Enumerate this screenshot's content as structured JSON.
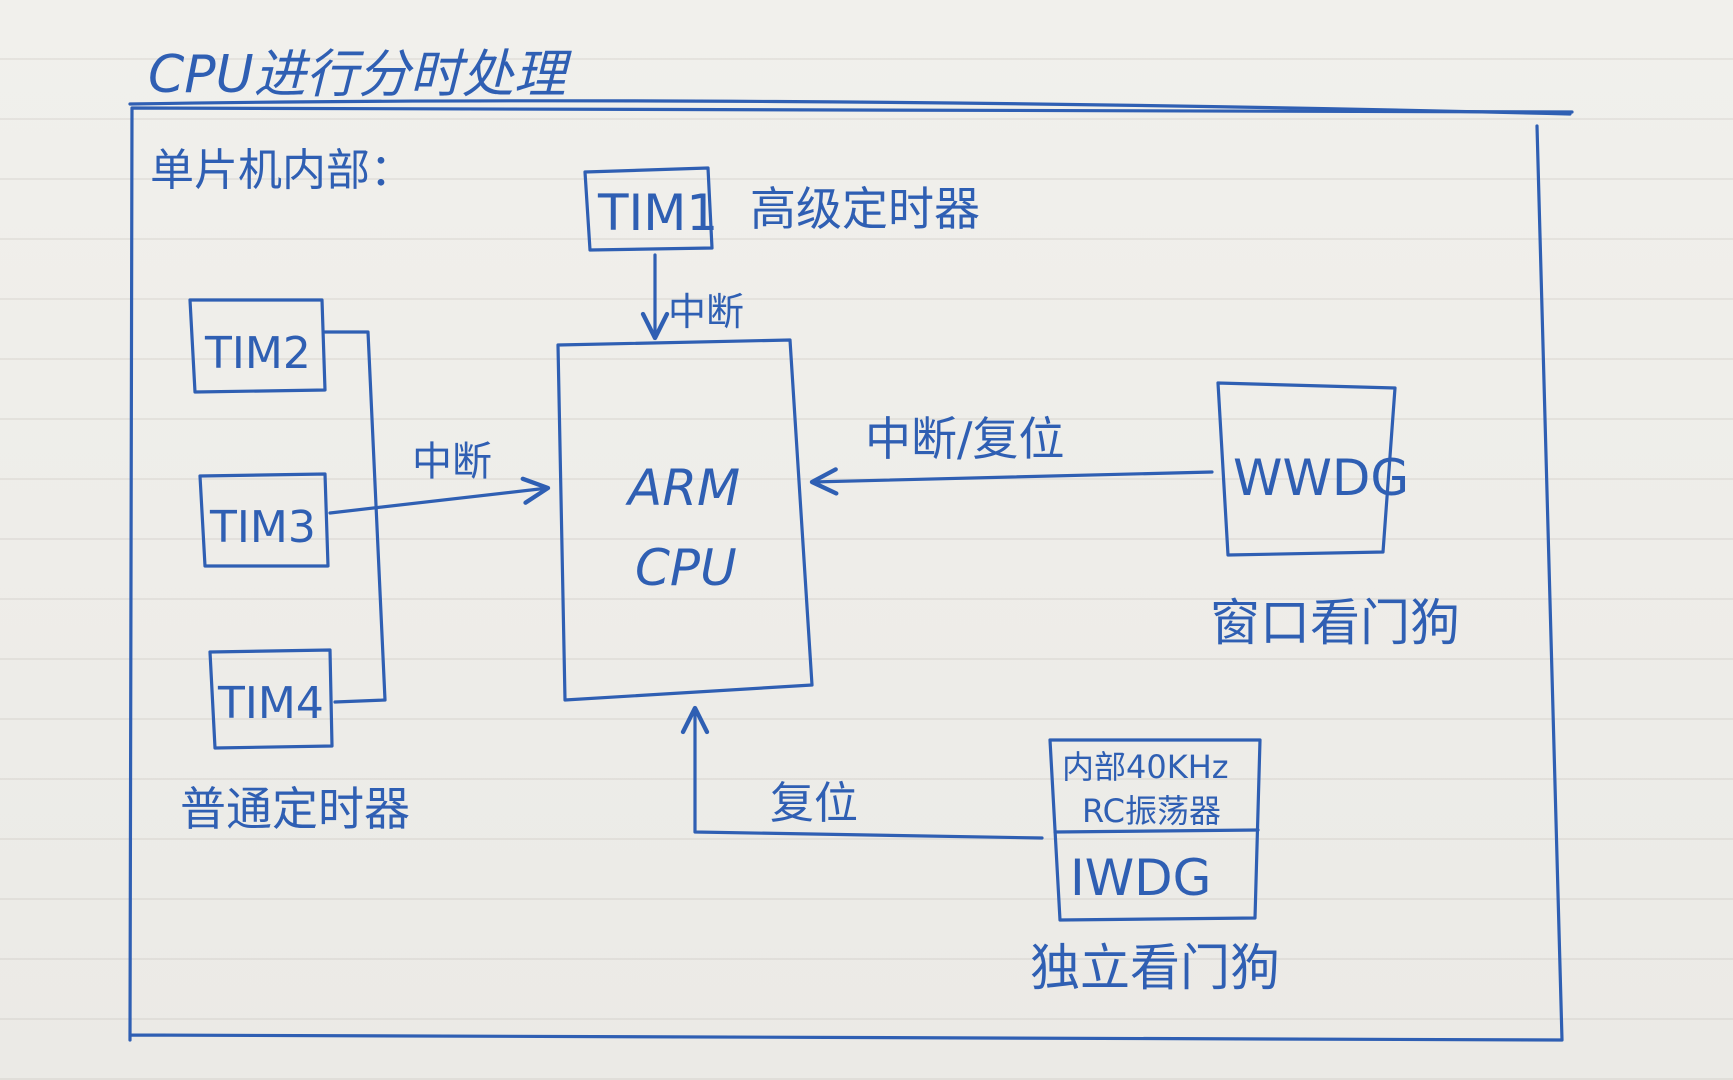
{
  "title": "CPU进行分时处理",
  "section_label": "单片机内部：",
  "blocks": {
    "tim1": "TIM1",
    "tim1_caption": "高级定时器",
    "tim2": "TIM2",
    "tim3": "TIM3",
    "tim4": "TIM4",
    "general_timers_caption": "普通定时器",
    "cpu_line1": "ARM",
    "cpu_line2": "CPU",
    "wwdg": "WWDG",
    "wwdg_caption": "窗口看门狗",
    "rc_line1": "内部40KHz",
    "rc_line2": "RC振荡器",
    "iwdg": "IWDG",
    "iwdg_caption": "独立看门狗"
  },
  "arrows": {
    "tim1_to_cpu": "中断",
    "timers_to_cpu": "中断",
    "wwdg_to_cpu": "中断/复位",
    "iwdg_to_cpu": "复位"
  },
  "colors": {
    "ink": "#2f5fb3",
    "paper": "#ecebe7"
  }
}
